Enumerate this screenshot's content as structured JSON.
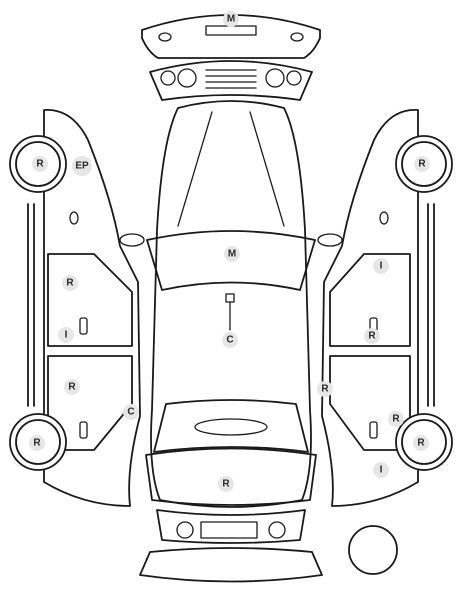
{
  "colors": {
    "line": "#1a1a1a",
    "marker_fill": "#e6e6e6",
    "marker_text": "#2a2a2a",
    "background": "#ffffff"
  },
  "markers": [
    {
      "id": "m-top",
      "label": "M"
    },
    {
      "id": "r-left-front-wheel",
      "label": "R"
    },
    {
      "id": "ep-left-fender",
      "label": "EP"
    },
    {
      "id": "r-right-front-wheel",
      "label": "R"
    },
    {
      "id": "m-roof",
      "label": "M"
    },
    {
      "id": "r-left-front-door",
      "label": "R"
    },
    {
      "id": "i-right-front-door",
      "label": "I"
    },
    {
      "id": "c-roof-antenna",
      "label": "C"
    },
    {
      "id": "i-left-front-door",
      "label": "I"
    },
    {
      "id": "r-right-front-door",
      "label": "R"
    },
    {
      "id": "r-left-rear-door",
      "label": "R"
    },
    {
      "id": "r-right-rear-door",
      "label": "R"
    },
    {
      "id": "c-left-rear-door",
      "label": "C"
    },
    {
      "id": "r-right-rear-quarter",
      "label": "R"
    },
    {
      "id": "r-left-rear-wheel",
      "label": "R"
    },
    {
      "id": "r-right-rear-wheel",
      "label": "R"
    },
    {
      "id": "i-right-rear-quarter",
      "label": "I"
    },
    {
      "id": "r-trunk",
      "label": "R"
    }
  ]
}
